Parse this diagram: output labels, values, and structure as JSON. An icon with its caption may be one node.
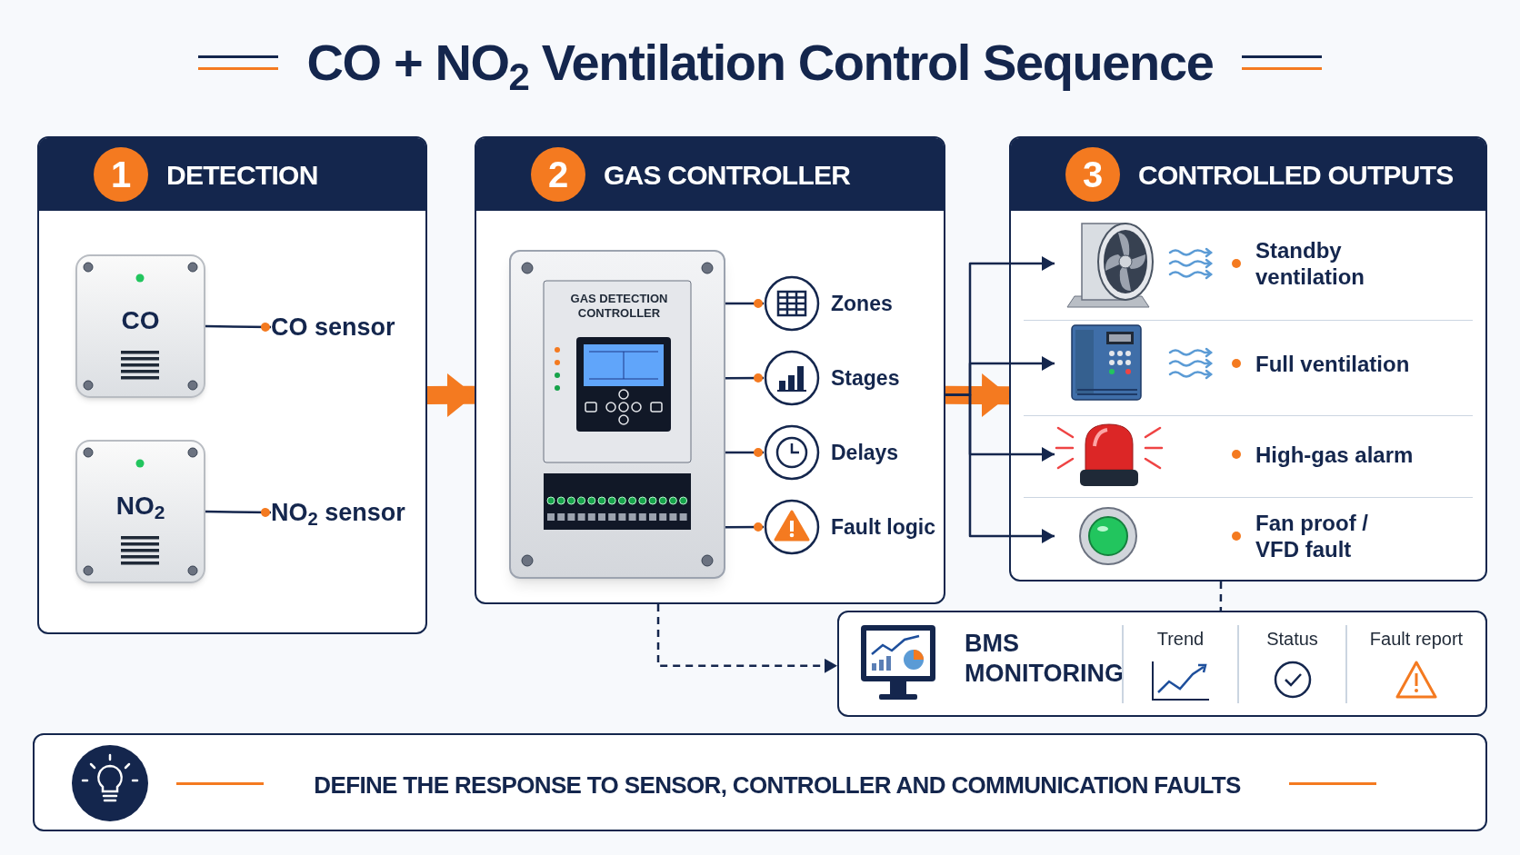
{
  "diagram": {
    "title": "CO + NO$_{2}$ Ventilation Control Sequence",
    "nodes": [
      {
        "text": [
          "1",
          "DETECTION"
        ]
      },
      {
        "text": [
          "CO"
        ],
        "in": 0
      },
      {
        "text": [
          "CO sensor"
        ],
        "in": 0
      },
      {
        "text": [
          "NO$_{2}$"
        ],
        "in": 0
      },
      {
        "text": [
          "NO$_{2}$ sensor"
        ],
        "in": 0
      },
      {
        "text": [
          "2",
          "GAS CONTROLLER"
        ]
      },
      {
        "text": [
          "GAS DETECTION CONTROLLER"
        ],
        "in": 5
      },
      {
        "text": [
          "Zones"
        ],
        "in": 5
      },
      {
        "text": [
          "Stages"
        ],
        "in": 5
      },
      {
        "text": [
          "Delays"
        ],
        "in": 5
      },
      {
        "text": [
          "Fault logic"
        ],
        "in": 5
      },
      {
        "text": [
          "3",
          "CONTROLLED OUTPUTS"
        ]
      },
      {
        "text": [
          "Standby ventilation"
        ],
        "in": 11
      },
      {
        "text": [
          "Full ventilation"
        ],
        "in": 11
      },
      {
        "text": [
          "High-gas alarm"
        ],
        "in": 11
      },
      {
        "text": [
          "Fan proof / VFD fault"
        ],
        "in": 11
      },
      {
        "text": [
          "BMS MONITORING",
          "Trend",
          "Status",
          "Fault report"
        ]
      },
      {
        "text": [
          "DEFINE THE RESPONSE TO SENSOR, CONTROLLER AND COMMUNICATION FAULTS"
        ]
      }
    ],
    "edges": [
      {
        "from": 1,
        "to": 2,
        "arrow": "other"
      },
      {
        "from": 3,
        "to": 4,
        "arrow": "other"
      },
      {
        "from": 0,
        "to": 5,
        "arrow": "to",
        "style": "thick",
        "color": "#f47a20"
      },
      {
        "from": 6,
        "to": 7,
        "arrow": "other"
      },
      {
        "from": 6,
        "to": 8,
        "arrow": "other"
      },
      {
        "from": 6,
        "to": 9,
        "arrow": "other"
      },
      {
        "from": 6,
        "to": 10,
        "arrow": "other"
      },
      {
        "from": 5,
        "to": 11,
        "arrow": "to",
        "style": "thick",
        "color": "#f47a20"
      },
      {
        "from": 5,
        "to": 12,
        "arrow": "to"
      },
      {
        "from": 5,
        "to": 13,
        "arrow": "to"
      },
      {
        "from": 5,
        "to": 14,
        "arrow": "to"
      },
      {
        "from": 5,
        "to": 15,
        "arrow": "to"
      },
      {
        "from": 5,
        "to": 16,
        "arrow": "to",
        "style": "dashed"
      },
      {
        "from": 11,
        "to": 16,
        "arrow": "none",
        "style": "dashed"
      }
    ]
  }
}
